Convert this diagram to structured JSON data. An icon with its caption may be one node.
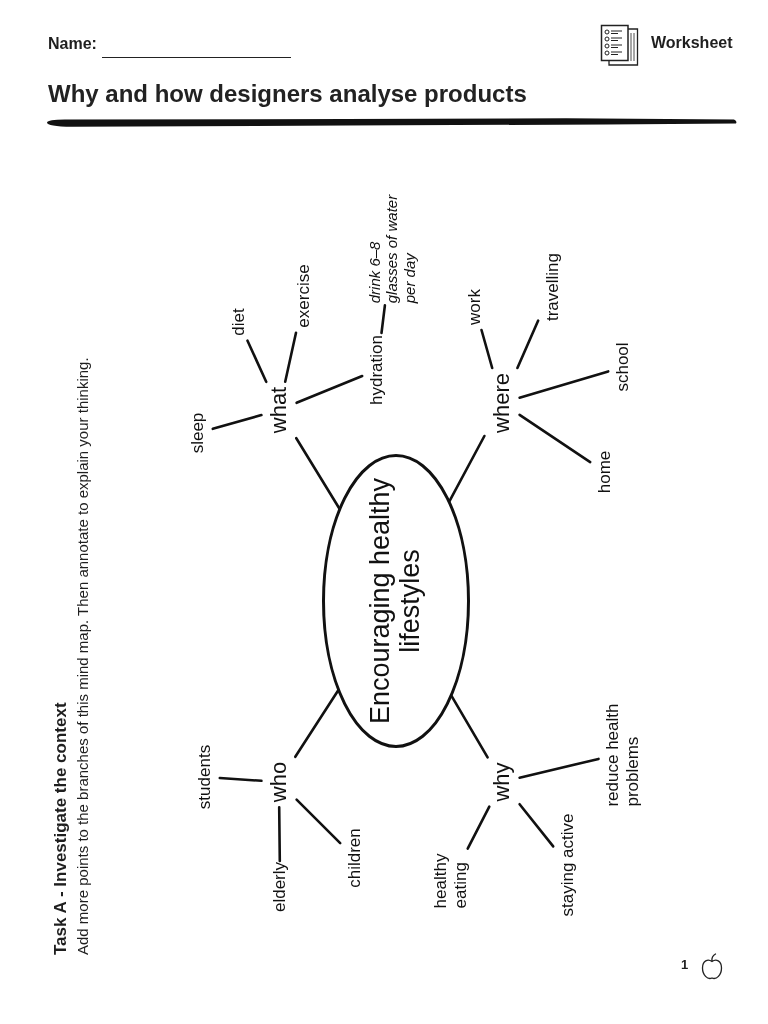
{
  "diagram": {
    "title": "Why and how designers analyse products",
    "nodes": [
      {
        "text": [
          "Encouraging healthy lifestyles"
        ]
      },
      {
        "text": [
          "what"
        ]
      },
      {
        "text": [
          "where"
        ]
      },
      {
        "text": [
          "who"
        ]
      },
      {
        "text": [
          "why"
        ]
      },
      {
        "text": [
          "sleep"
        ]
      },
      {
        "text": [
          "diet"
        ]
      },
      {
        "text": [
          "exercise"
        ]
      },
      {
        "text": [
          "hydration"
        ]
      },
      {
        "text": [
          "drink 6–8 glasses of water per day"
        ]
      },
      {
        "text": [
          "work"
        ]
      },
      {
        "text": [
          "travelling"
        ]
      },
      {
        "text": [
          "school"
        ]
      },
      {
        "text": [
          "home"
        ]
      },
      {
        "text": [
          "students"
        ]
      },
      {
        "text": [
          "elderly"
        ]
      },
      {
        "text": [
          "children"
        ]
      },
      {
        "text": [
          "healthy eating"
        ]
      },
      {
        "text": [
          "staying active"
        ]
      },
      {
        "text": [
          "reduce health problems"
        ]
      }
    ],
    "edges": [
      {
        "from": 0,
        "to": 1,
        "arrow": "none"
      },
      {
        "from": 0,
        "to": 2,
        "arrow": "none"
      },
      {
        "from": 0,
        "to": 3,
        "arrow": "none"
      },
      {
        "from": 0,
        "to": 4,
        "arrow": "none"
      },
      {
        "from": 1,
        "to": 5,
        "arrow": "none"
      },
      {
        "from": 1,
        "to": 6,
        "arrow": "none"
      },
      {
        "from": 1,
        "to": 7,
        "arrow": "none"
      },
      {
        "from": 1,
        "to": 8,
        "arrow": "none"
      },
      {
        "from": 8,
        "to": 9,
        "arrow": "none"
      },
      {
        "from": 2,
        "to": 10,
        "arrow": "none"
      },
      {
        "from": 2,
        "to": 11,
        "arrow": "none"
      },
      {
        "from": 2,
        "to": 12,
        "arrow": "none"
      },
      {
        "from": 2,
        "to": 13,
        "arrow": "none"
      },
      {
        "from": 3,
        "to": 14,
        "arrow": "none"
      },
      {
        "from": 3,
        "to": 15,
        "arrow": "none"
      },
      {
        "from": 3,
        "to": 16,
        "arrow": "none"
      },
      {
        "from": 4,
        "to": 17,
        "arrow": "none"
      },
      {
        "from": 4,
        "to": 18,
        "arrow": "none"
      },
      {
        "from": 4,
        "to": 19,
        "arrow": "none"
      }
    ],
    "labels": [
      "Name:",
      "Worksheet",
      "Task A - Investigate the context",
      "Add more points to the branches of this mind map. Then annotate to explain your thinking.",
      "1"
    ]
  }
}
